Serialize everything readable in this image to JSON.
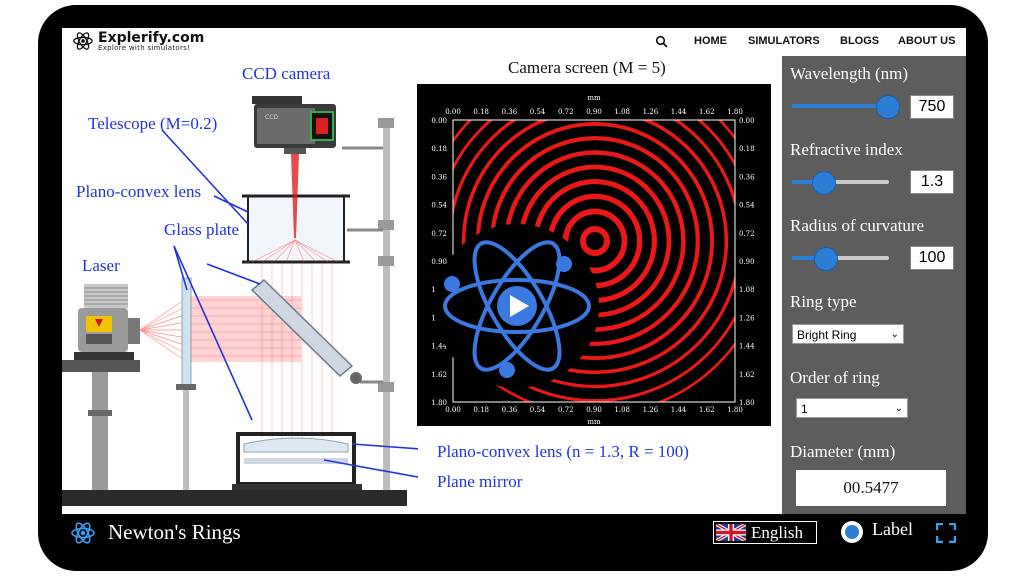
{
  "site": {
    "name": "Explerify.com",
    "tagline": "Explore with simulators!"
  },
  "nav": {
    "items": [
      "HOME",
      "SIMULATORS",
      "BLOGS",
      "ABOUT US"
    ]
  },
  "apparatus": {
    "labels": {
      "ccd_camera": "CCD camera",
      "telescope": "Telescope (M=0.2)",
      "plano_convex": "Plano-convex lens",
      "glass_plate": "Glass plate",
      "laser": "Laser",
      "lens_params": "Plano-convex lens (n = 1.3, R = 100)",
      "plane_mirror": "Plane mirror",
      "ccd_tag": "CCD"
    }
  },
  "camera_screen": {
    "title": "Camera screen (M = 5)",
    "unit": "mm",
    "ticks": [
      "0.00",
      "0.18",
      "0.36",
      "0.54",
      "0.72",
      "0.90",
      "1.08",
      "1.26",
      "1.44",
      "1.62",
      "1.80"
    ]
  },
  "controls": {
    "wavelength": {
      "label": "Wavelength (nm)",
      "value": "750",
      "fraction": 0.98
    },
    "refractive_index": {
      "label": "Refractive index",
      "value": "1.3",
      "fraction": 0.3
    },
    "radius": {
      "label": "Radius of curvature",
      "value": "100",
      "fraction": 0.33
    },
    "ring_type": {
      "label": "Ring type",
      "value": "Bright Ring"
    },
    "order": {
      "label": "Order of ring",
      "value": "1"
    },
    "diameter": {
      "label": "Diameter (mm)",
      "value": "00.5477"
    }
  },
  "footer": {
    "title": "Newton's Rings",
    "language": "English",
    "label_toggle": "Label"
  },
  "colors": {
    "accent": "#2d7fd6",
    "label_blue": "#2233dd",
    "panel": "#5d5d5d",
    "ring": "#ff1a1a"
  }
}
